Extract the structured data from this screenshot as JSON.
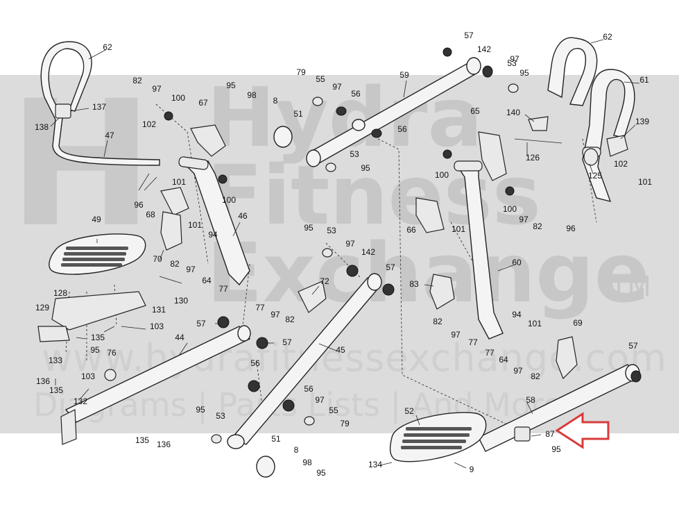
{
  "watermark": {
    "logo_letter": "H",
    "line1": "Hydra",
    "line2": "Fitness",
    "line3": "Exchange",
    "trademark": "TM",
    "url": "www.hydrafitnessexchange.com",
    "tagline": "Diagrams | Parts Lists | And More"
  },
  "callout": {
    "color": "#d93b3b",
    "points_to": "87"
  },
  "part_labels": [
    {
      "id": "62",
      "text": "62"
    },
    {
      "id": "137",
      "text": "137"
    },
    {
      "id": "138",
      "text": "138"
    },
    {
      "id": "47",
      "text": "47"
    },
    {
      "id": "82",
      "text": "82"
    },
    {
      "id": "97",
      "text": "97"
    },
    {
      "id": "100",
      "text": "100"
    },
    {
      "id": "102",
      "text": "102"
    },
    {
      "id": "96",
      "text": "96"
    },
    {
      "id": "101",
      "text": "101"
    },
    {
      "id": "68",
      "text": "68"
    },
    {
      "id": "67",
      "text": "67"
    },
    {
      "id": "95",
      "text": "95"
    },
    {
      "id": "98",
      "text": "98"
    },
    {
      "id": "8",
      "text": "8"
    },
    {
      "id": "51",
      "text": "51"
    },
    {
      "id": "79",
      "text": "79"
    },
    {
      "id": "55",
      "text": "55"
    },
    {
      "id": "56",
      "text": "56"
    },
    {
      "id": "53",
      "text": "53"
    },
    {
      "id": "59",
      "text": "59"
    },
    {
      "id": "57",
      "text": "57"
    },
    {
      "id": "142",
      "text": "142"
    },
    {
      "id": "61",
      "text": "61"
    },
    {
      "id": "139",
      "text": "139"
    },
    {
      "id": "140",
      "text": "140"
    },
    {
      "id": "126",
      "text": "126"
    },
    {
      "id": "125",
      "text": "125"
    },
    {
      "id": "65",
      "text": "65"
    },
    {
      "id": "66",
      "text": "66"
    },
    {
      "id": "49",
      "text": "49"
    },
    {
      "id": "70",
      "text": "70"
    },
    {
      "id": "94",
      "text": "94"
    },
    {
      "id": "46",
      "text": "46"
    },
    {
      "id": "64",
      "text": "64"
    },
    {
      "id": "77",
      "text": "77"
    },
    {
      "id": "72",
      "text": "72"
    },
    {
      "id": "60",
      "text": "60"
    },
    {
      "id": "83",
      "text": "83"
    },
    {
      "id": "128",
      "text": "128"
    },
    {
      "id": "131",
      "text": "131"
    },
    {
      "id": "130",
      "text": "130"
    },
    {
      "id": "129",
      "text": "129"
    },
    {
      "id": "103",
      "text": "103"
    },
    {
      "id": "135",
      "text": "135"
    },
    {
      "id": "44",
      "text": "44"
    },
    {
      "id": "45",
      "text": "45"
    },
    {
      "id": "69",
      "text": "69"
    },
    {
      "id": "133",
      "text": "133"
    },
    {
      "id": "136",
      "text": "136"
    },
    {
      "id": "76",
      "text": "76"
    },
    {
      "id": "132",
      "text": "132"
    },
    {
      "id": "58",
      "text": "58"
    },
    {
      "id": "52",
      "text": "52"
    },
    {
      "id": "87",
      "text": "87"
    },
    {
      "id": "134",
      "text": "134"
    },
    {
      "id": "9",
      "text": "9"
    }
  ]
}
